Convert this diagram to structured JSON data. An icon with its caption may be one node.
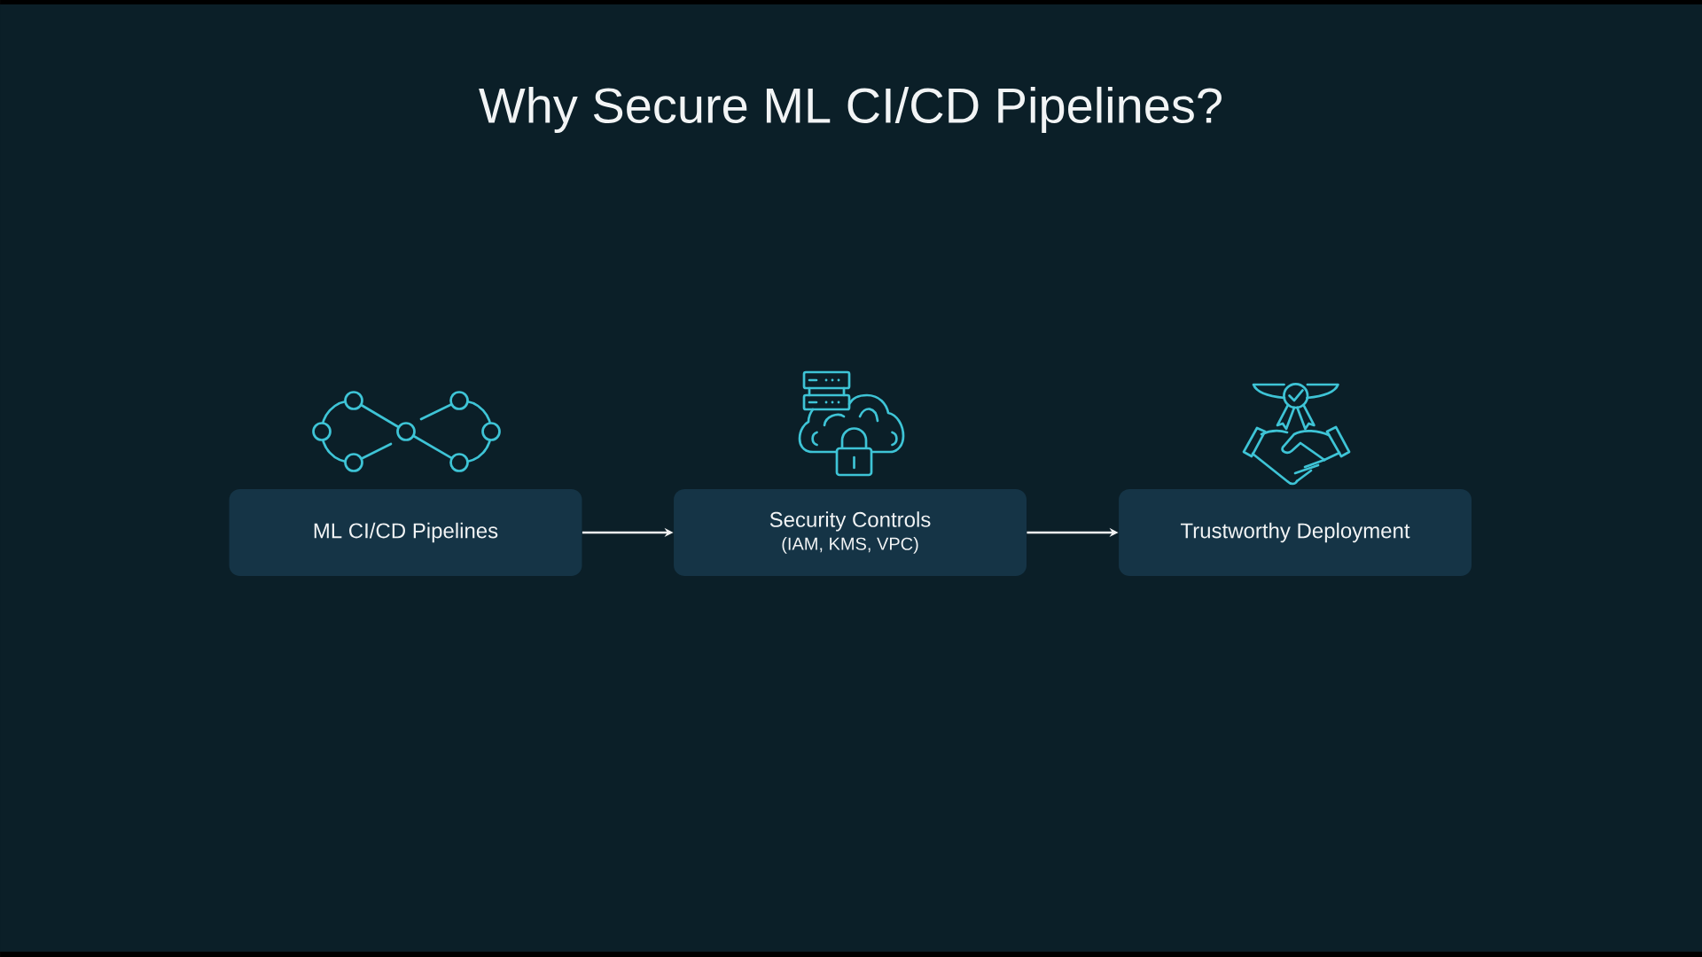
{
  "diagram": {
    "title": "Why Secure ML CI/CD Pipelines?",
    "nodes": [
      {
        "text": [
          "ML CI/CD Pipelines"
        ]
      },
      {
        "text": [
          "Security Controls",
          "(IAM, KMS, VPC)"
        ]
      },
      {
        "text": [
          "Trustworthy Deployment"
        ]
      }
    ],
    "edges": [
      {
        "from": 0,
        "to": 1,
        "arrow": "to"
      },
      {
        "from": 1,
        "to": 2,
        "arrow": "to"
      }
    ]
  }
}
